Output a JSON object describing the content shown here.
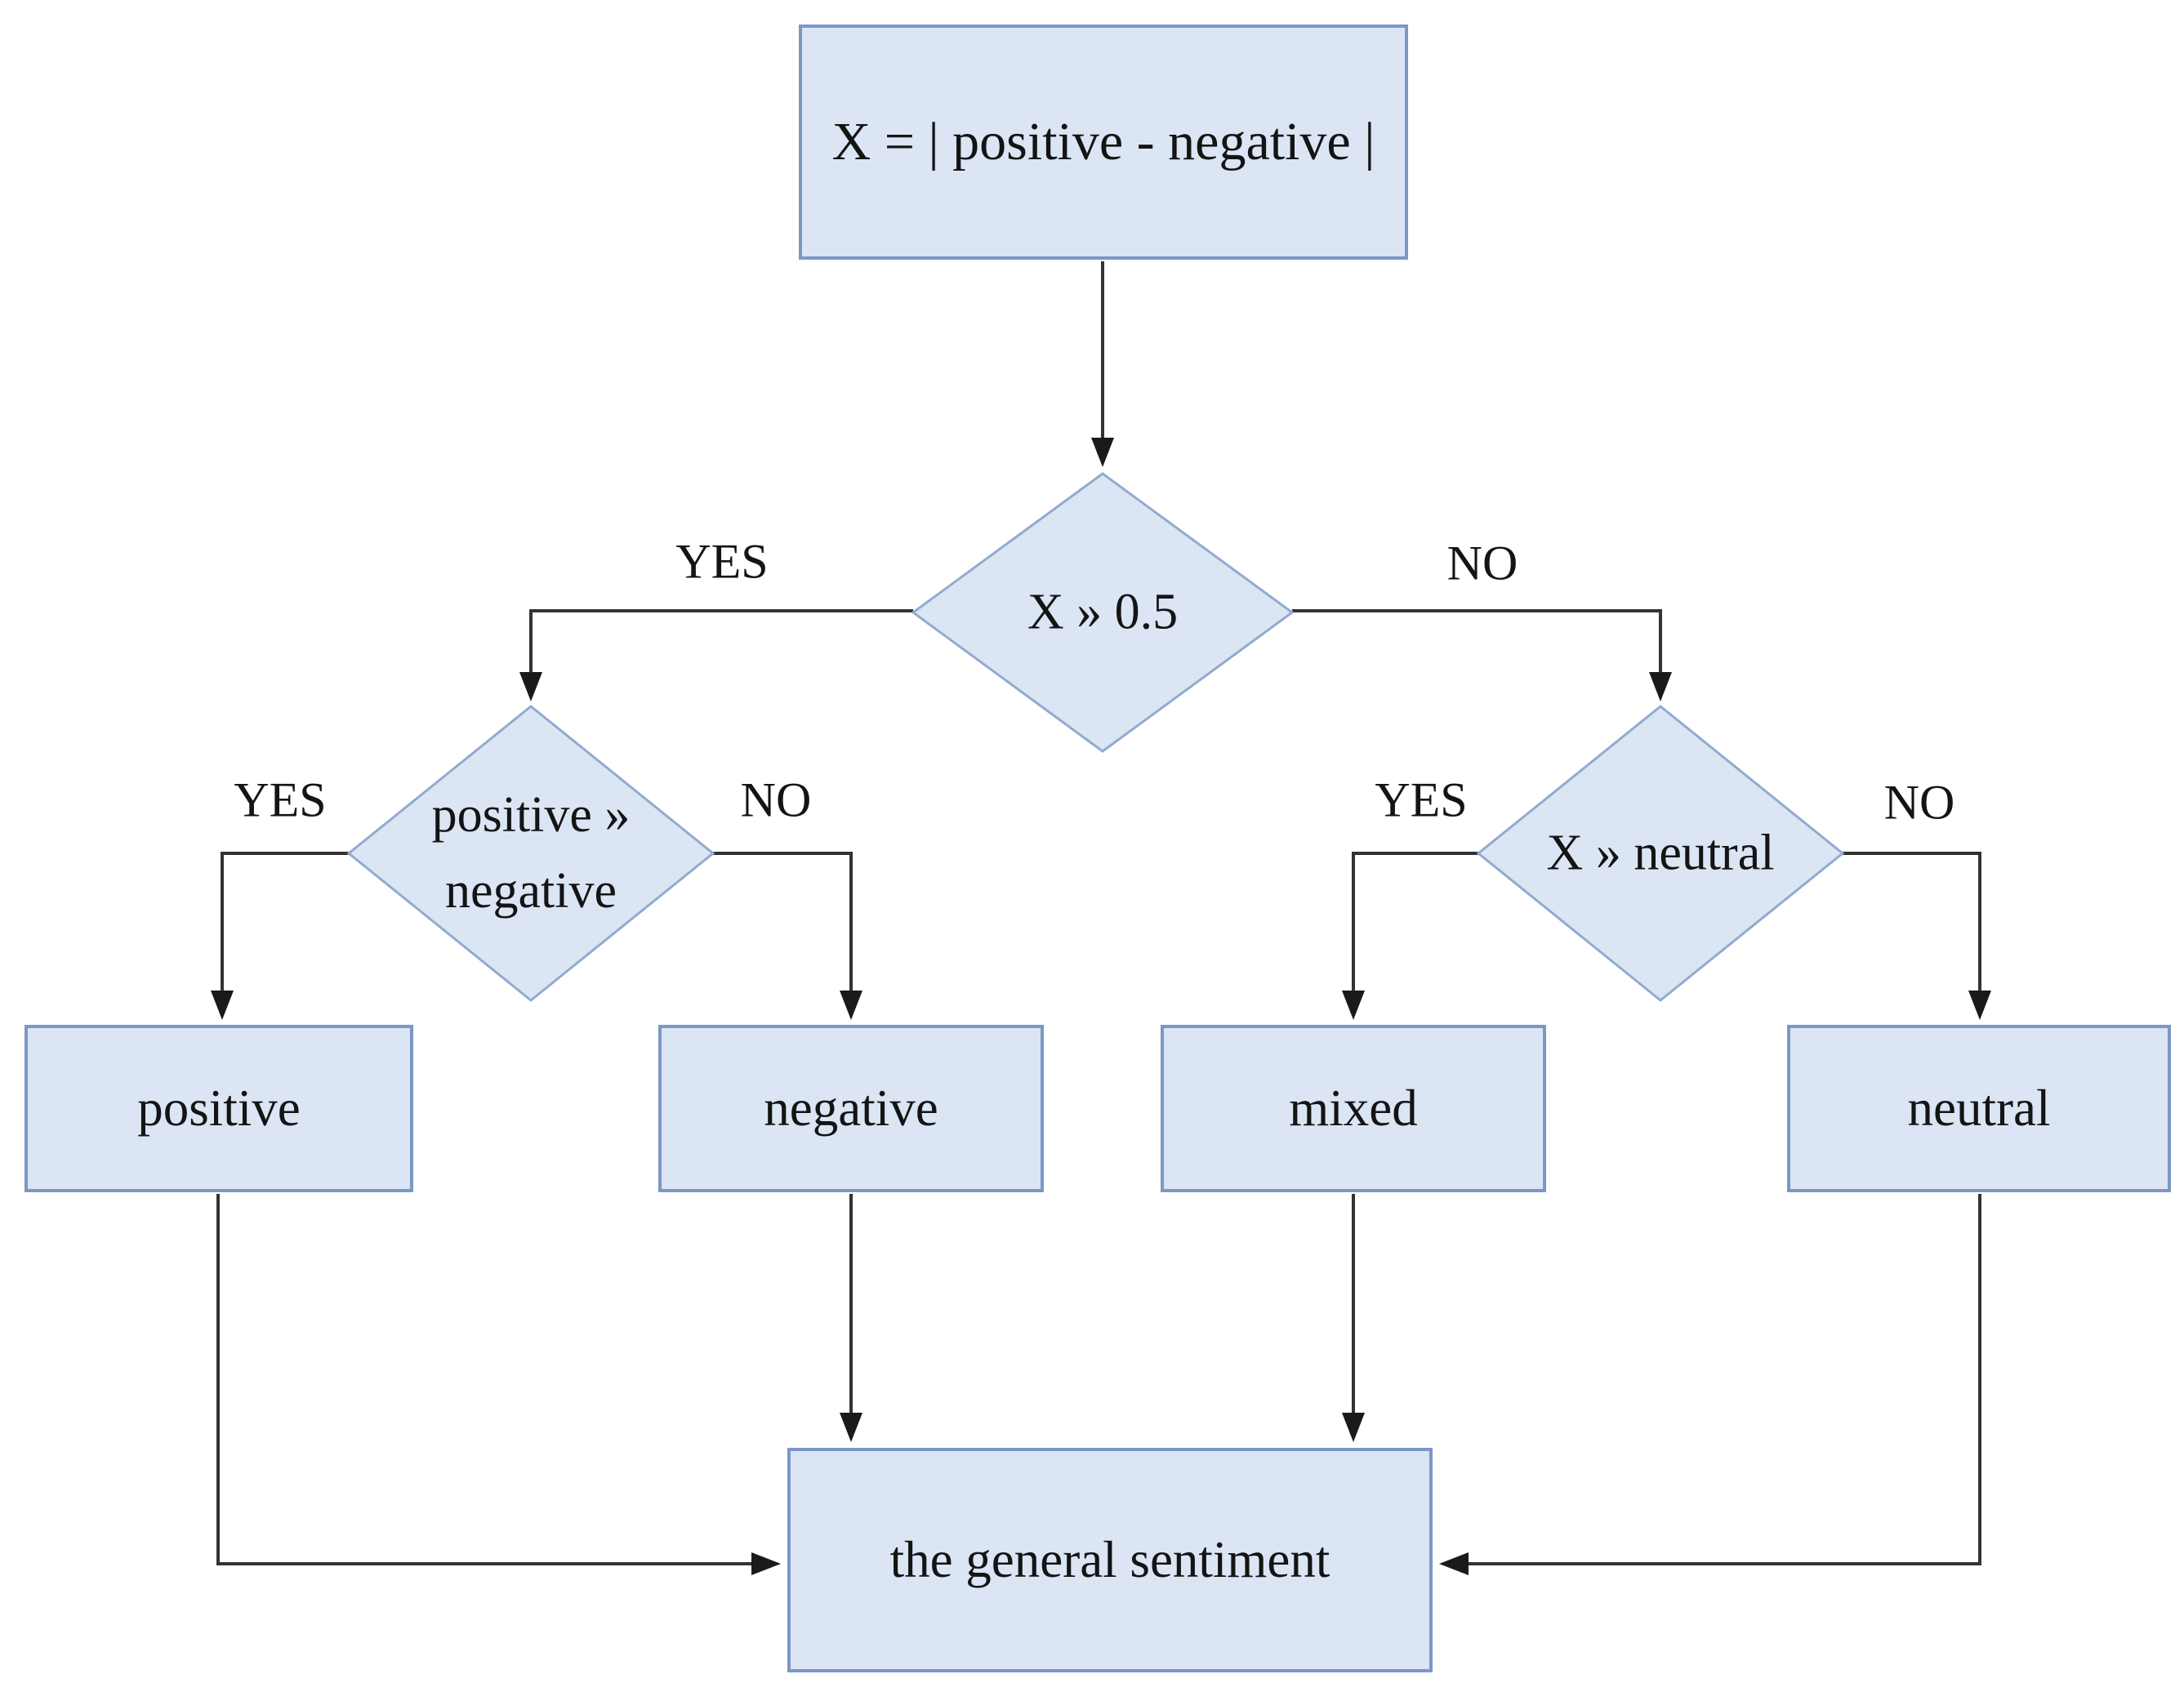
{
  "diagram": {
    "title_node": {
      "label": "X = | positive - negative |"
    },
    "decisions": {
      "d1": {
        "label": "X » 0.5"
      },
      "d2_left": {
        "label_line1": "positive »",
        "label_line2": "negative"
      },
      "d2_right": {
        "label": "X » neutral"
      }
    },
    "outcomes": {
      "positive": {
        "label": "positive"
      },
      "negative": {
        "label": "negative"
      },
      "mixed": {
        "label": "mixed"
      },
      "neutral": {
        "label": "neutral"
      }
    },
    "result_node": {
      "label": "the general sentiment"
    },
    "edge_labels": {
      "d1_yes": "YES",
      "d1_no": "NO",
      "d2l_yes": "YES",
      "d2l_no": "NO",
      "d2r_yes": "YES",
      "d2r_no": "NO"
    },
    "colors": {
      "node_fill": "#dbe5f4",
      "rect_border": "#7b97c6",
      "diamond_border": "#92aad2",
      "line": "#333333",
      "arrow": "#1a1a1a",
      "text": "#141414",
      "background": "#ffffff"
    }
  }
}
